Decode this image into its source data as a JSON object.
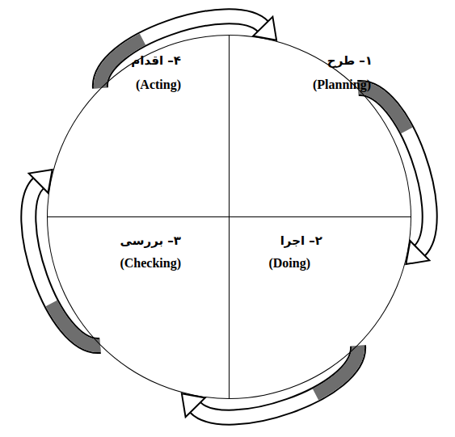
{
  "diagram": {
    "nodes": [
      {
        "text": [
          "۱– طرح",
          "(Planning)"
        ]
      },
      {
        "text": [
          "۲– اجرا",
          "(Doing)"
        ]
      },
      {
        "text": [
          "۳– بررسی",
          "(Checking)"
        ]
      },
      {
        "text": [
          "۴– اقدام",
          "(Acting)"
        ]
      }
    ],
    "edges": [
      {
        "from": 0,
        "to": 1,
        "arrow": "to"
      },
      {
        "from": 1,
        "to": 2,
        "arrow": "to"
      },
      {
        "from": 2,
        "to": 3,
        "arrow": "to"
      },
      {
        "from": 3,
        "to": 0,
        "arrow": "to"
      }
    ]
  }
}
